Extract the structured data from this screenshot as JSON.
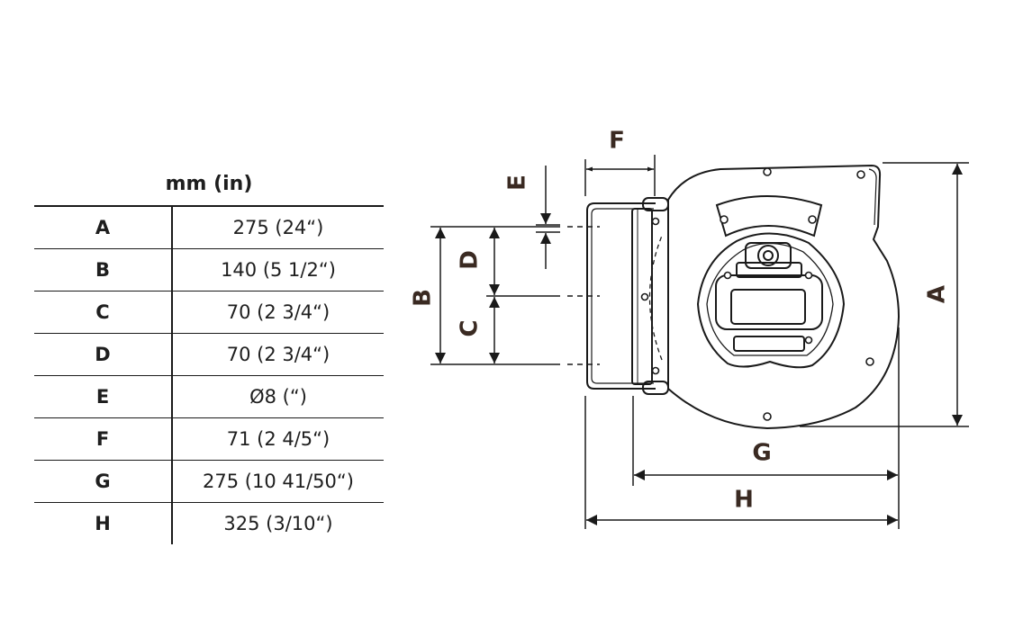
{
  "table": {
    "unit_header": "mm (in)",
    "rows": [
      {
        "key": "A",
        "value": "275 (24“)"
      },
      {
        "key": "B",
        "value": "140 (5 1/2“)"
      },
      {
        "key": "C",
        "value": "70 (2 3/4“)"
      },
      {
        "key": "D",
        "value": "70 (2 3/4“)"
      },
      {
        "key": "E",
        "value": "Ø8 (“)"
      },
      {
        "key": "F",
        "value": "71 (2 4/5“)"
      },
      {
        "key": "G",
        "value": "275 (10 41/50“)"
      },
      {
        "key": "H",
        "value": "325 (3/10“)"
      }
    ]
  },
  "drawing": {
    "labels": {
      "A": "A",
      "B": "B",
      "C": "C",
      "D": "D",
      "E": "E",
      "F": "F",
      "G": "G",
      "H": "H"
    },
    "line_color": "#1a1a1a",
    "label_color": "#3a2a22"
  }
}
